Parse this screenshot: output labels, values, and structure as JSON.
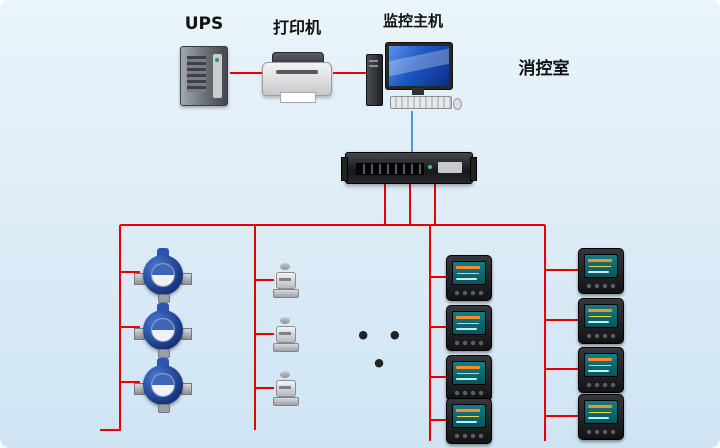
{
  "diagram": {
    "labels": {
      "ups": "UPS",
      "printer": "打印机",
      "monitor_host": "监控主机",
      "control_room": "消控室",
      "ellipsis": "• • •"
    },
    "colors": {
      "line_red": "#e60000",
      "line_blue": "#4f97d6",
      "background_top": "#eaf4fb",
      "background_bottom": "#cfe4f3",
      "monitor_screen": "#1d56c4",
      "power_meter_screen": "#0e7f86",
      "water_meter_body": "#16327c"
    },
    "devices": {
      "water_meter_count": 3,
      "valve_count": 3,
      "power_meter_column1_count": 4,
      "power_meter_column2_count": 4
    }
  }
}
